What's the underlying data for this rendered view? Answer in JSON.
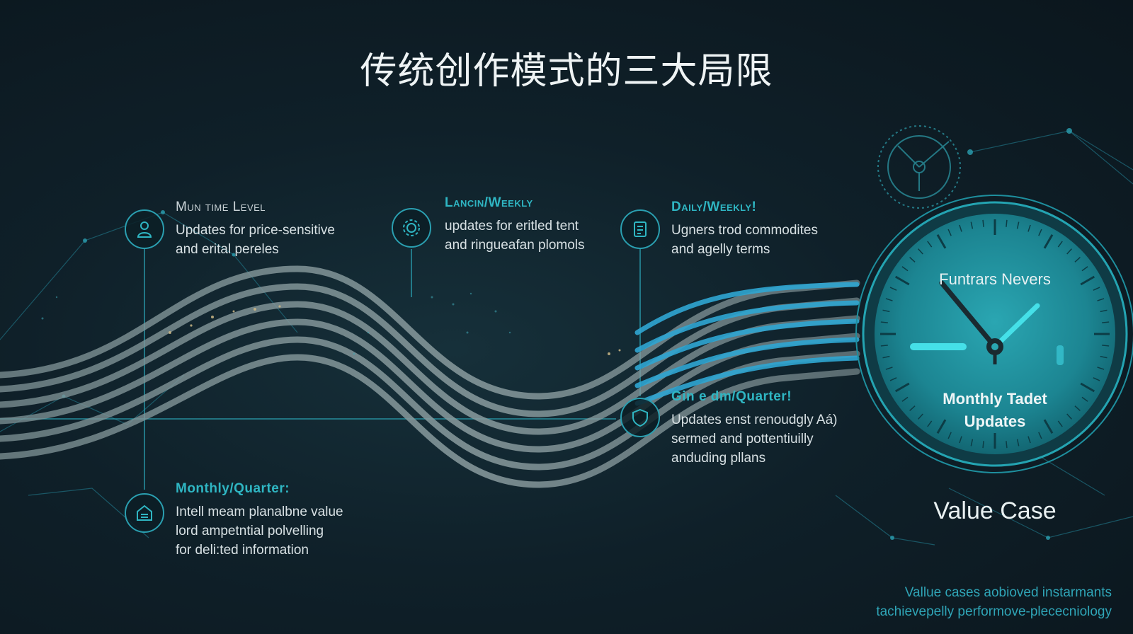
{
  "title": "传统创作模式的三大局限",
  "nodes": [
    {
      "label": "Mun time Level",
      "desc": [
        "Updates for price-sensitive",
        "and erital pereles"
      ],
      "icon": "person-icon"
    },
    {
      "label": "Lancin/Weekly",
      "desc": [
        "updates for eritled tent",
        "and ringueafan plomols"
      ],
      "icon": "gear-icon"
    },
    {
      "label": "Daily/Weekly!",
      "desc": [
        "Ugners trod commodites",
        "and agelly terms"
      ],
      "icon": "document-icon"
    },
    {
      "label": "Gin e dm/Quarter!",
      "desc": [
        "Updates enst renoudgly Aá)",
        "sermed and pottentiuilly",
        "anduding pllans"
      ],
      "icon": "shield-icon"
    },
    {
      "label": "Monthly/Quarter:",
      "desc": [
        "Intell meam planalbne value",
        "lord ampetntial polvelling",
        "for deli:ted information"
      ],
      "icon": "calendar-icon"
    }
  ],
  "clock": {
    "top_label": "Funtrars Nevers",
    "bottom_label": [
      "Monthly Tadet",
      "Updates"
    ]
  },
  "value_case": "Value Case",
  "footer": [
    "Vallue cases aobioved instarmants",
    "tachievepelly performove-plecеcniology"
  ],
  "colors": {
    "accent": "#2fb6c3",
    "clock_face": "#1f8f9c",
    "wave_gray": "#8a9c9f",
    "wave_blue": "#2fa6d2"
  }
}
